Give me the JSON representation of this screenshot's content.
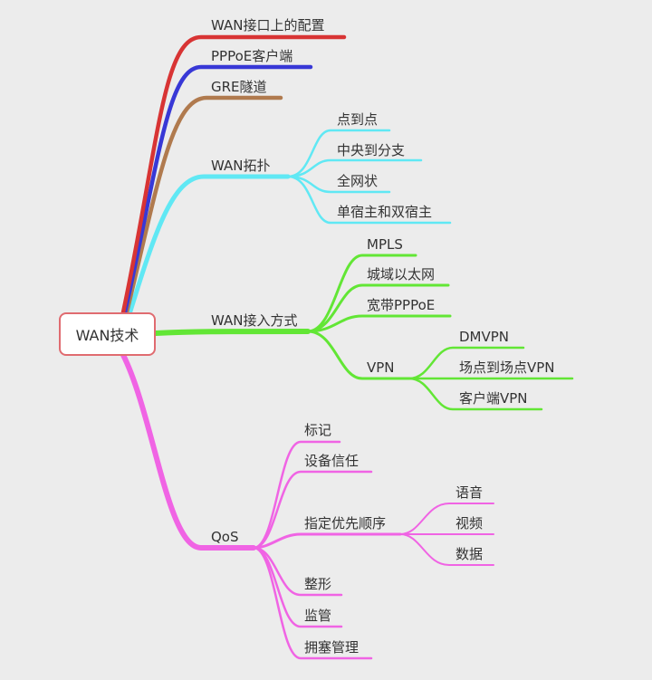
{
  "root": {
    "label": "WAN技术"
  },
  "colors": {
    "red": "#d83434",
    "blue": "#3838d6",
    "brown": "#b07a4e",
    "cyan": "#60e8f4",
    "green": "#62e635",
    "magenta": "#f064e4",
    "root_border": "#e06b70"
  },
  "branches": {
    "config": {
      "label": "WAN接口上的配置"
    },
    "pppoe": {
      "label": "PPPoE客户端"
    },
    "gre": {
      "label": "GRE隧道"
    },
    "topology": {
      "label": "WAN拓扑",
      "children": [
        "点到点",
        "中央到分支",
        "全网状",
        "单宿主和双宿主"
      ]
    },
    "access": {
      "label": "WAN接入方式",
      "children": [
        "MPLS",
        "城域以太网",
        "宽带PPPoE"
      ],
      "vpn": {
        "label": "VPN",
        "children": [
          "DMVPN",
          "场点到场点VPN",
          "客户端VPN"
        ]
      }
    },
    "qos": {
      "label": "QoS",
      "children": [
        "标记",
        "设备信任",
        "整形",
        "监管",
        "拥塞管理"
      ],
      "priority": {
        "label": "指定优先顺序",
        "children": [
          "语音",
          "视频",
          "数据"
        ]
      }
    }
  }
}
